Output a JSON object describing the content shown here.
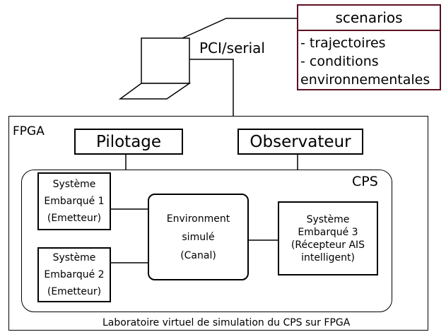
{
  "scenarios": {
    "title": "scenarios",
    "lines": [
      "- trajectoires",
      "- conditions",
      "environnementales"
    ],
    "border_color": "#5a1020"
  },
  "link_label": "PCI/serial",
  "fpga": {
    "label": "FPGA",
    "caption": "Laboratoire virtuel de simulation du CPS sur FPGA"
  },
  "pilotage": "Pilotage",
  "observateur": "Observateur",
  "cps": {
    "label": "CPS",
    "emb1": [
      "Système",
      "Embarqué 1",
      "(Emetteur)"
    ],
    "emb2": [
      "Système",
      "Embarqué 2",
      "(Emetteur)"
    ],
    "env": [
      "Environment",
      "simulé",
      "(Canal)"
    ],
    "emb3": [
      "Système",
      "Embarqué 3",
      "(Récepteur AIS",
      "intelligent)"
    ]
  },
  "icons": [
    "laptop-icon"
  ]
}
